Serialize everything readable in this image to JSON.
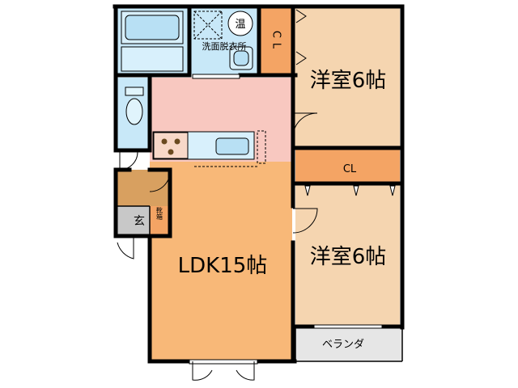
{
  "rooms": {
    "western_room_top": {
      "label": "洋室6帖"
    },
    "western_room_bottom": {
      "label": "洋室6帖"
    },
    "ldk": {
      "label": "LDK15帖"
    },
    "closet_top": {
      "label": "CL"
    },
    "closet_mid": {
      "label": "CL"
    },
    "washroom": {
      "label": "洗面脱衣所"
    },
    "water_heater": {
      "label": "温"
    },
    "entrance": {
      "label": "玄"
    },
    "shoe_box": {
      "label": "靴箱"
    },
    "balcony": {
      "label": "ベランダ"
    }
  },
  "colors": {
    "western": "#F5D5B0",
    "ldk": "#F8B878",
    "kitchen": "#F8C8C0",
    "closet": "#F4A464",
    "wet": "#C8E8F8",
    "entrance": "#C8C8C8",
    "balcony": "#E6E6E6",
    "wall": "#000000"
  }
}
